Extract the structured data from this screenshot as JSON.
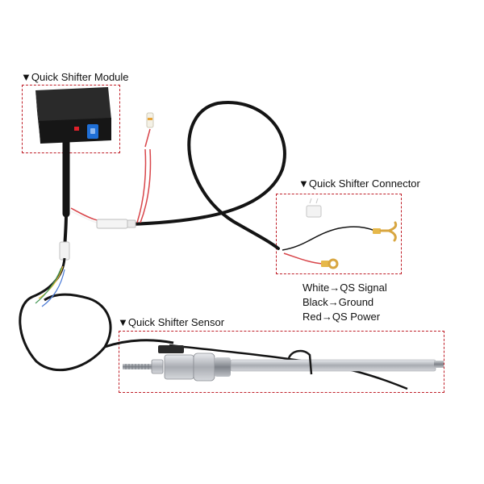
{
  "labels": {
    "module": "▼Quick Shifter Module",
    "connector": "▼Quick Shifter Connector",
    "sensor": "▼Quick Shifter Sensor"
  },
  "legend": [
    "White→QS Signal",
    "Black→Ground",
    "Red→QS Power"
  ],
  "colors": {
    "dash_box": "#c0202a",
    "module_body": "#1b1b1b",
    "wire_black": "#141414",
    "wire_red": "#d8454a",
    "led_red": "#e0202a",
    "button_blue": "#1f6fd6",
    "sensor_metal": "#b9bcc2"
  }
}
